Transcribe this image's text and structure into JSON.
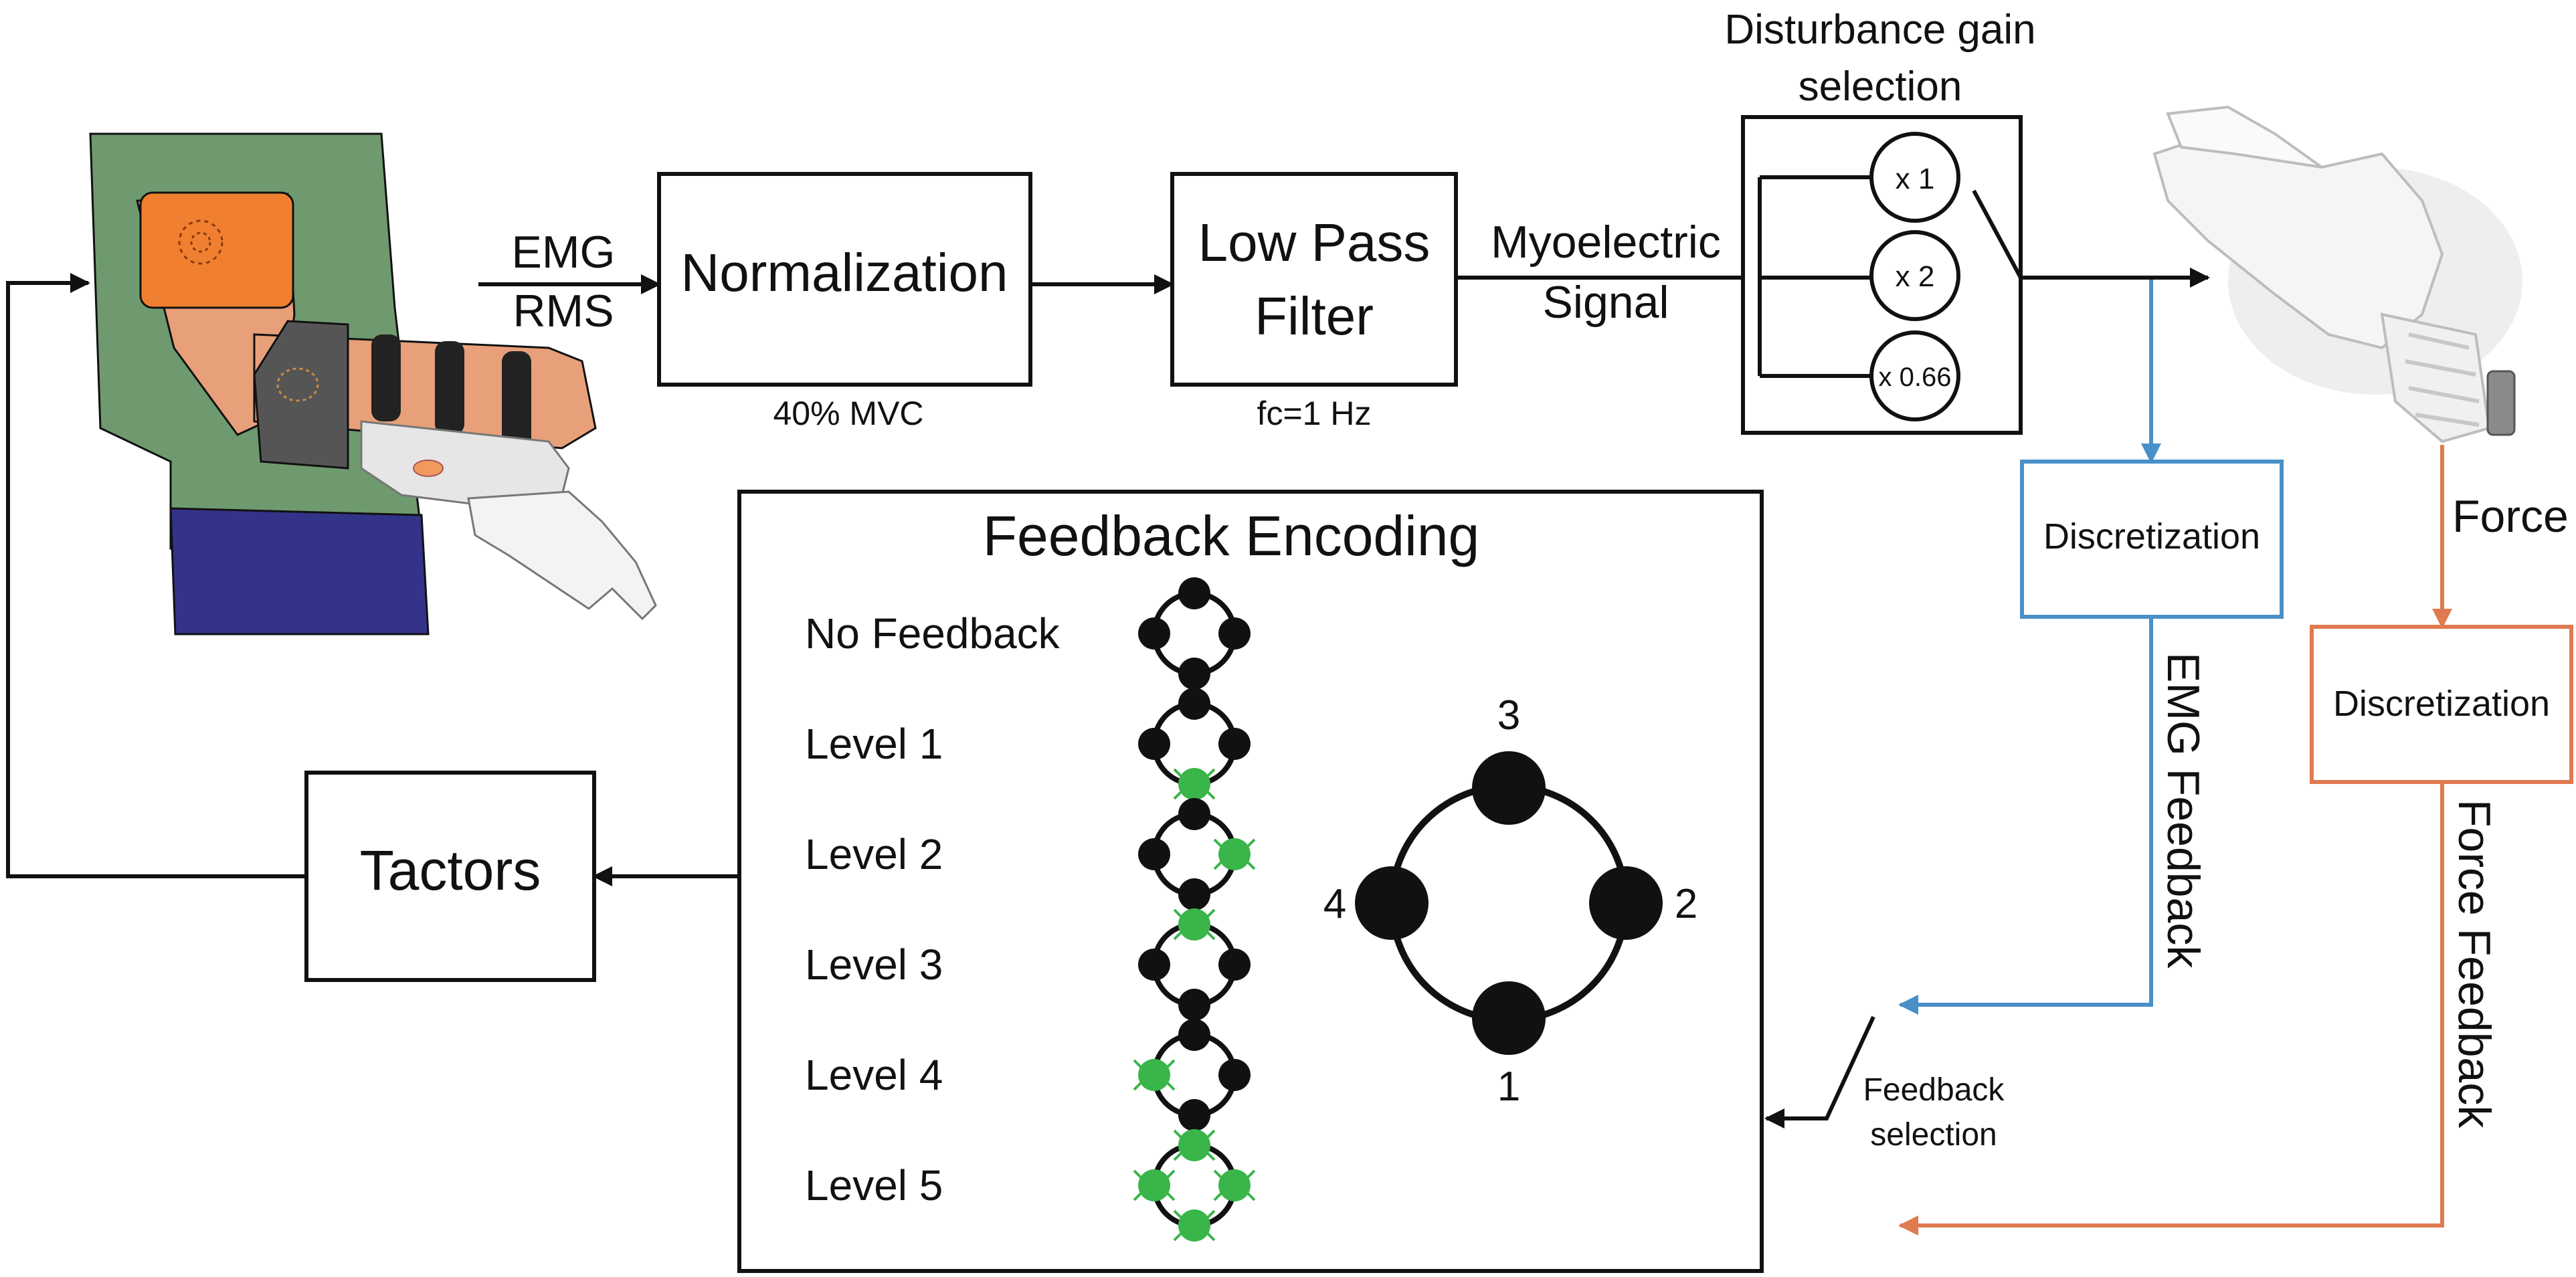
{
  "colors": {
    "line": "#111111",
    "emg_path": "#4a90c8",
    "force_path": "#e07a50",
    "tactor_active": "#39b54a",
    "tactor_idle": "#111111",
    "shirt": "#6f9a6f",
    "skin": "#e8a07a",
    "electrode_band": "#f08030",
    "pants": "#33338a",
    "strap": "#222222"
  },
  "icons": {
    "subject": "subject-with-prosthesis-illustration",
    "hand": "prosthetic-hand-illustration",
    "tactor_ring": "four-tactor-ring-icon"
  },
  "signal_chain": {
    "emg_label_1": "EMG",
    "emg_label_2": "RMS",
    "normalization": {
      "label": "Normalization",
      "note": "40% MVC"
    },
    "low_pass_filter": {
      "label_1": "Low Pass",
      "label_2": "Filter",
      "note": "fc=1 Hz"
    },
    "myoelectric_label_1": "Myoelectric",
    "myoelectric_label_2": "Signal"
  },
  "disturbance_gain": {
    "title_1": "Disturbance gain",
    "title_2": "selection",
    "options": [
      "x 1",
      "x 2",
      "x 0.66"
    ]
  },
  "emg_branch": {
    "discretization": "Discretization",
    "feedback_label": "EMG Feedback"
  },
  "force_branch": {
    "force_label": "Force",
    "discretization": "Discretization",
    "feedback_label": "Force Feedback"
  },
  "feedback_selection": {
    "label_1": "Feedback",
    "label_2": "selection"
  },
  "tactors": {
    "label": "Tactors"
  },
  "feedback_encoding": {
    "title": "Feedback Encoding",
    "levels": [
      {
        "label": "No Feedback",
        "active": []
      },
      {
        "label": "Level 1",
        "active": [
          1
        ]
      },
      {
        "label": "Level 2",
        "active": [
          2
        ]
      },
      {
        "label": "Level 3",
        "active": [
          3
        ]
      },
      {
        "label": "Level 4",
        "active": [
          4
        ]
      },
      {
        "label": "Level 5",
        "active": [
          1,
          2,
          3,
          4
        ]
      }
    ],
    "ring_numbers": {
      "top": "3",
      "right": "2",
      "bottom": "1",
      "left": "4"
    }
  }
}
